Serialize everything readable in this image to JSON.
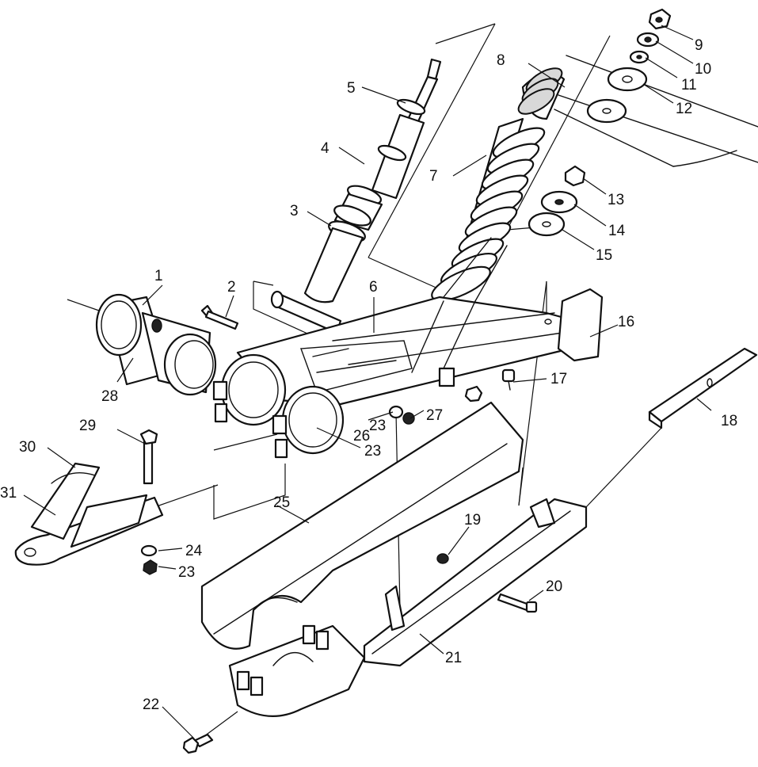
{
  "callouts": [
    {
      "id": "1",
      "label": "1"
    },
    {
      "id": "2",
      "label": "2"
    },
    {
      "id": "3",
      "label": "3"
    },
    {
      "id": "4",
      "label": "4"
    },
    {
      "id": "5",
      "label": "5"
    },
    {
      "id": "6",
      "label": "6"
    },
    {
      "id": "7",
      "label": "7"
    },
    {
      "id": "8",
      "label": "8"
    },
    {
      "id": "9",
      "label": "9"
    },
    {
      "id": "10",
      "label": "10"
    },
    {
      "id": "11",
      "label": "11"
    },
    {
      "id": "12",
      "label": "12"
    },
    {
      "id": "13",
      "label": "13"
    },
    {
      "id": "14",
      "label": "14"
    },
    {
      "id": "15",
      "label": "15"
    },
    {
      "id": "16",
      "label": "16"
    },
    {
      "id": "17",
      "label": "17"
    },
    {
      "id": "18",
      "label": "18"
    },
    {
      "id": "19",
      "label": "19"
    },
    {
      "id": "20",
      "label": "20"
    },
    {
      "id": "21",
      "label": "21"
    },
    {
      "id": "22",
      "label": "22"
    },
    {
      "id": "23a",
      "label": "23"
    },
    {
      "id": "23b",
      "label": "23"
    },
    {
      "id": "23c",
      "label": "23"
    },
    {
      "id": "24",
      "label": "24"
    },
    {
      "id": "25",
      "label": "25"
    },
    {
      "id": "26",
      "label": "26"
    },
    {
      "id": "27",
      "label": "27"
    },
    {
      "id": "28",
      "label": "28"
    },
    {
      "id": "29",
      "label": "29"
    },
    {
      "id": "30",
      "label": "30"
    },
    {
      "id": "31",
      "label": "31"
    }
  ]
}
